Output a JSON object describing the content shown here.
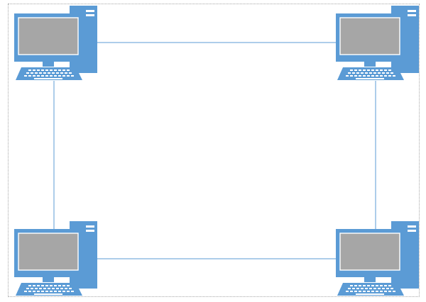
{
  "diagram": {
    "topology": "ring",
    "colors": {
      "device": "#5b9bd5",
      "screen": "#a6a6a6",
      "link": "#5b9bd5",
      "frame": "#a6a6a6"
    },
    "nodes": [
      {
        "id": "pc-top-left",
        "icon": "desktop-computer-icon"
      },
      {
        "id": "pc-top-right",
        "icon": "desktop-computer-icon"
      },
      {
        "id": "pc-bottom-left",
        "icon": "desktop-computer-icon"
      },
      {
        "id": "pc-bottom-right",
        "icon": "desktop-computer-icon"
      }
    ],
    "links": [
      {
        "from": "pc-top-left",
        "to": "pc-top-right"
      },
      {
        "from": "pc-top-right",
        "to": "pc-bottom-right"
      },
      {
        "from": "pc-bottom-right",
        "to": "pc-bottom-left"
      },
      {
        "from": "pc-bottom-left",
        "to": "pc-top-left"
      }
    ]
  }
}
